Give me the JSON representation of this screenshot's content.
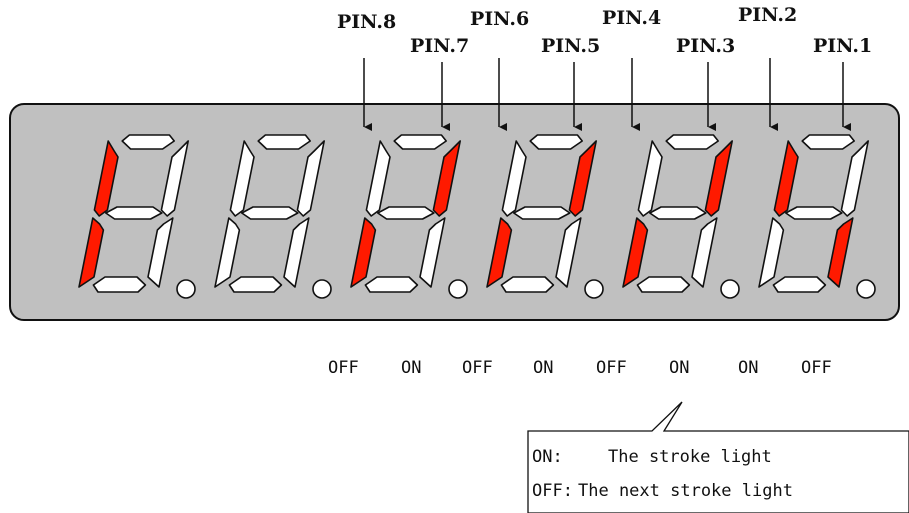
{
  "digits": [
    {
      "segments": {
        "a": "off",
        "b": "off",
        "c": "off",
        "d": "off",
        "e": "on",
        "f": "on",
        "g": "off",
        "dp": "off"
      }
    },
    {
      "segments": {
        "a": "off",
        "b": "off",
        "c": "off",
        "d": "off",
        "e": "off",
        "f": "off",
        "g": "off",
        "dp": "off"
      }
    },
    {
      "segments": {
        "a": "off",
        "b": "on",
        "c": "off",
        "d": "off",
        "e": "on",
        "f": "off",
        "g": "off",
        "dp": "off"
      }
    },
    {
      "segments": {
        "a": "off",
        "b": "on",
        "c": "off",
        "d": "off",
        "e": "on",
        "f": "off",
        "g": "off",
        "dp": "off"
      }
    },
    {
      "segments": {
        "a": "off",
        "b": "on",
        "c": "off",
        "d": "off",
        "e": "on",
        "f": "off",
        "g": "off",
        "dp": "off"
      }
    },
    {
      "segments": {
        "a": "off",
        "b": "off",
        "c": "on",
        "d": "off",
        "e": "off",
        "f": "on",
        "g": "off",
        "dp": "off"
      }
    }
  ],
  "pins": [
    {
      "label": "PIN.8",
      "digit": 2,
      "segment": "e"
    },
    {
      "label": "PIN.7",
      "digit": 2,
      "segment": "b"
    },
    {
      "label": "PIN.6",
      "digit": 3,
      "segment": "e"
    },
    {
      "label": "PIN.5",
      "digit": 3,
      "segment": "b"
    },
    {
      "label": "PIN.4",
      "digit": 4,
      "segment": "e"
    },
    {
      "label": "PIN.3",
      "digit": 4,
      "segment": "b"
    },
    {
      "label": "PIN.2",
      "digit": 5,
      "segment": "f"
    },
    {
      "label": "PIN.1",
      "digit": 5,
      "segment": "c"
    }
  ],
  "states": [
    "OFF",
    "ON",
    "OFF",
    "ON",
    "OFF",
    "ON",
    "ON",
    "OFF"
  ],
  "legend": {
    "on_key": "ON:",
    "on_text": "The stroke light",
    "off_key": "OFF:",
    "off_text": "The next stroke light"
  },
  "colors": {
    "panel": "#c0c0c0",
    "lit": "#ff1a00",
    "unlit": "#ffffff",
    "stroke": "#111111"
  }
}
